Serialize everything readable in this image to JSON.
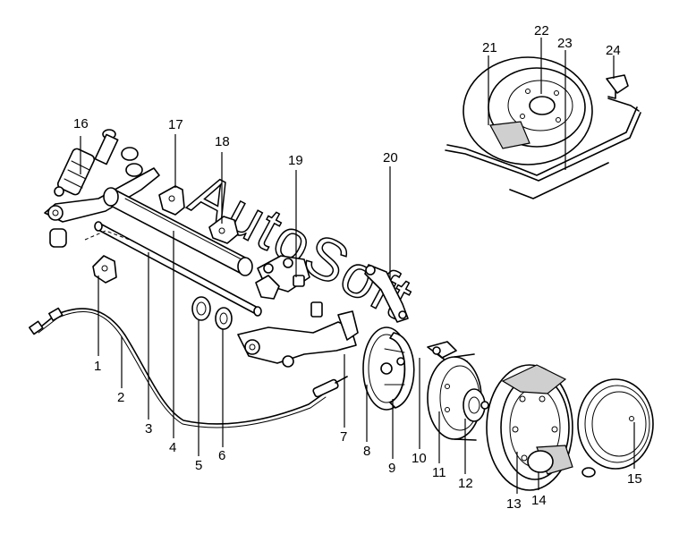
{
  "watermark": "AutoSoft",
  "callouts": [
    {
      "id": "1",
      "label": "1"
    },
    {
      "id": "2",
      "label": "2"
    },
    {
      "id": "3",
      "label": "3"
    },
    {
      "id": "4",
      "label": "4"
    },
    {
      "id": "5",
      "label": "5"
    },
    {
      "id": "6",
      "label": "6"
    },
    {
      "id": "7",
      "label": "7"
    },
    {
      "id": "8",
      "label": "8"
    },
    {
      "id": "9",
      "label": "9"
    },
    {
      "id": "10",
      "label": "10"
    },
    {
      "id": "11",
      "label": "11"
    },
    {
      "id": "12",
      "label": "12"
    },
    {
      "id": "13",
      "label": "13"
    },
    {
      "id": "14",
      "label": "14"
    },
    {
      "id": "15",
      "label": "15"
    },
    {
      "id": "16",
      "label": "16"
    },
    {
      "id": "17",
      "label": "17"
    },
    {
      "id": "18",
      "label": "18"
    },
    {
      "id": "19",
      "label": "19"
    },
    {
      "id": "20",
      "label": "20"
    },
    {
      "id": "21",
      "label": "21"
    },
    {
      "id": "22",
      "label": "22"
    },
    {
      "id": "23",
      "label": "23"
    },
    {
      "id": "24",
      "label": "24"
    }
  ]
}
